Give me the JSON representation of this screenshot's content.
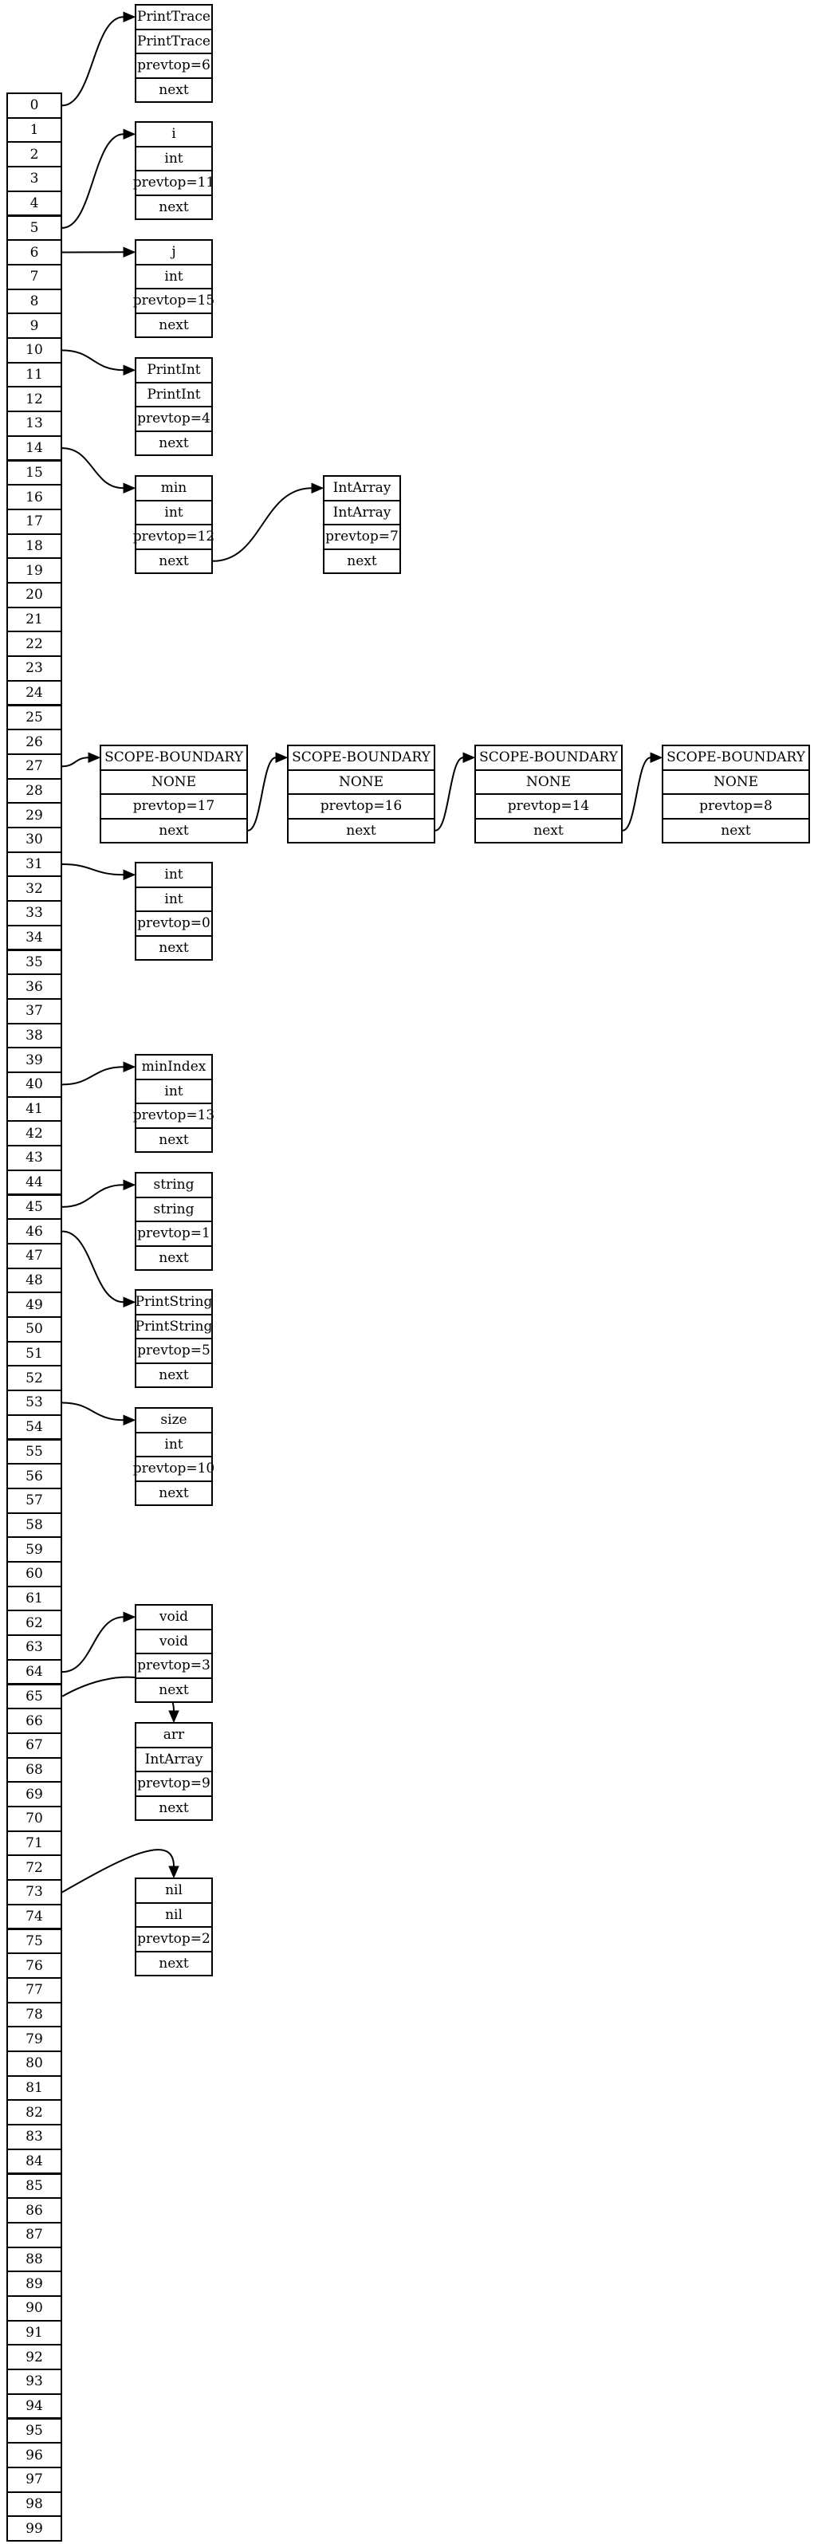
{
  "table": {
    "indices": [
      "0",
      "1",
      "2",
      "3",
      "4",
      "5",
      "6",
      "7",
      "8",
      "9",
      "10",
      "11",
      "12",
      "13",
      "14",
      "15",
      "16",
      "17",
      "18",
      "19",
      "20",
      "21",
      "22",
      "23",
      "24",
      "25",
      "26",
      "27",
      "28",
      "29",
      "30",
      "31",
      "32",
      "33",
      "34",
      "35",
      "36",
      "37",
      "38",
      "39",
      "40",
      "41",
      "42",
      "43",
      "44",
      "45",
      "46",
      "47",
      "48",
      "49",
      "50",
      "51",
      "52",
      "53",
      "54",
      "55",
      "56",
      "57",
      "58",
      "59",
      "60",
      "61",
      "62",
      "63",
      "64",
      "65",
      "66",
      "67",
      "68",
      "69",
      "70",
      "71",
      "72",
      "73",
      "74",
      "75",
      "76",
      "77",
      "78",
      "79",
      "80",
      "81",
      "82",
      "83",
      "84",
      "85",
      "86",
      "87",
      "88",
      "89",
      "90",
      "91",
      "92",
      "93",
      "94",
      "95",
      "96",
      "97",
      "98",
      "99"
    ]
  },
  "records": [
    {
      "id": "printtrace",
      "name": "PrintTrace",
      "type": "PrintTrace",
      "prevtop": "prevtop=6",
      "next": "next"
    },
    {
      "id": "i",
      "name": "i",
      "type": "int",
      "prevtop": "prevtop=11",
      "next": "next"
    },
    {
      "id": "j",
      "name": "j",
      "type": "int",
      "prevtop": "prevtop=15",
      "next": "next"
    },
    {
      "id": "printint",
      "name": "PrintInt",
      "type": "PrintInt",
      "prevtop": "prevtop=4",
      "next": "next"
    },
    {
      "id": "min",
      "name": "min",
      "type": "int",
      "prevtop": "prevtop=12",
      "next": "next"
    },
    {
      "id": "intarray",
      "name": "IntArray",
      "type": "IntArray",
      "prevtop": "prevtop=7",
      "next": "next"
    },
    {
      "id": "scope1",
      "name": "SCOPE-BOUNDARY",
      "type": "NONE",
      "prevtop": "prevtop=17",
      "next": "next"
    },
    {
      "id": "scope2",
      "name": "SCOPE-BOUNDARY",
      "type": "NONE",
      "prevtop": "prevtop=16",
      "next": "next"
    },
    {
      "id": "scope3",
      "name": "SCOPE-BOUNDARY",
      "type": "NONE",
      "prevtop": "prevtop=14",
      "next": "next"
    },
    {
      "id": "scope4",
      "name": "SCOPE-BOUNDARY",
      "type": "NONE",
      "prevtop": "prevtop=8",
      "next": "next"
    },
    {
      "id": "int",
      "name": "int",
      "type": "int",
      "prevtop": "prevtop=0",
      "next": "next"
    },
    {
      "id": "minindex",
      "name": "minIndex",
      "type": "int",
      "prevtop": "prevtop=13",
      "next": "next"
    },
    {
      "id": "string",
      "name": "string",
      "type": "string",
      "prevtop": "prevtop=1",
      "next": "next"
    },
    {
      "id": "printstring",
      "name": "PrintString",
      "type": "PrintString",
      "prevtop": "prevtop=5",
      "next": "next"
    },
    {
      "id": "size",
      "name": "size",
      "type": "int",
      "prevtop": "prevtop=10",
      "next": "next"
    },
    {
      "id": "void",
      "name": "void",
      "type": "void",
      "prevtop": "prevtop=3",
      "next": "next"
    },
    {
      "id": "arr",
      "name": "arr",
      "type": "IntArray",
      "prevtop": "prevtop=9",
      "next": "next"
    },
    {
      "id": "nil",
      "name": "nil",
      "type": "nil",
      "prevtop": "prevtop=2",
      "next": "next"
    }
  ],
  "edges": [
    {
      "from_index": "0",
      "to": "printtrace"
    },
    {
      "from_index": "5",
      "to": "i"
    },
    {
      "from_index": "6",
      "to": "j"
    },
    {
      "from_index": "10",
      "to": "printint"
    },
    {
      "from_index": "14",
      "to": "min"
    },
    {
      "from_record": "min",
      "to": "intarray"
    },
    {
      "from_index": "27",
      "to": "scope1"
    },
    {
      "from_record": "scope1",
      "to": "scope2"
    },
    {
      "from_record": "scope2",
      "to": "scope3"
    },
    {
      "from_record": "scope3",
      "to": "scope4"
    },
    {
      "from_index": "31",
      "to": "int"
    },
    {
      "from_index": "40",
      "to": "minindex"
    },
    {
      "from_index": "45",
      "to": "string"
    },
    {
      "from_index": "46",
      "to": "printstring"
    },
    {
      "from_index": "53",
      "to": "size"
    },
    {
      "from_index": "64",
      "to": "void"
    },
    {
      "from_index": "65",
      "to": "arr"
    },
    {
      "from_index": "73",
      "to": "nil"
    }
  ]
}
